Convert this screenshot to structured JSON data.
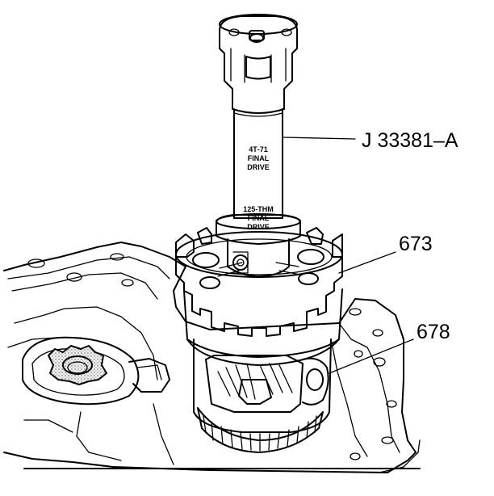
{
  "callouts": {
    "tool": "J 33381–A",
    "diff_case": "673",
    "housing": "678"
  },
  "tool_markings": {
    "upper": [
      "4Т-71",
      "FINAL",
      "DRIVE"
    ],
    "lower": [
      "125-THM",
      "FINAL",
      "DRIVE"
    ]
  },
  "colors": {
    "line": "#000000",
    "stipple": "#000000",
    "background": "#ffffff"
  }
}
